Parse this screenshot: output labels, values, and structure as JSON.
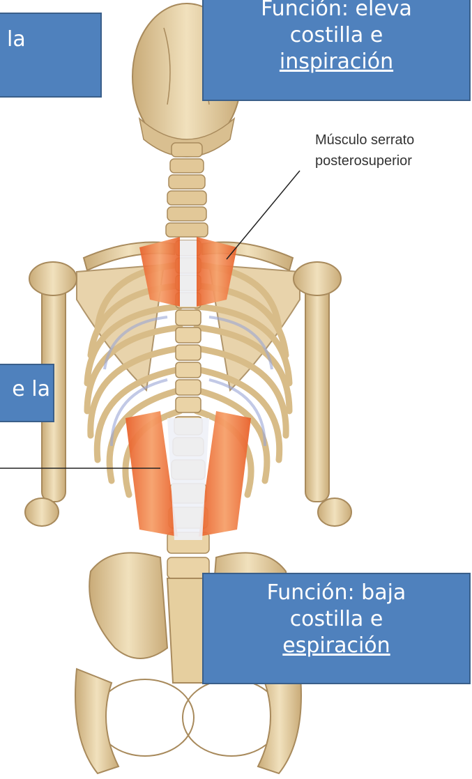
{
  "callouts": {
    "top_right": {
      "line1": "Función: eleva",
      "line2": "costilla e",
      "line3": "inspiración"
    },
    "bottom_right": {
      "line1": "Función: baja",
      "line2": "costilla e",
      "line3": "espiración"
    },
    "top_left": {
      "text": "la"
    },
    "mid_left": {
      "text": "e la"
    }
  },
  "labels": {
    "serrato_line1": "Músculo serrato",
    "serrato_line2": "posterosuperior"
  },
  "colors": {
    "callout_fill": "#4f81bd",
    "bone": "#e8d3a6",
    "muscle": "#f07a3c",
    "tendon": "#e8eef6"
  }
}
